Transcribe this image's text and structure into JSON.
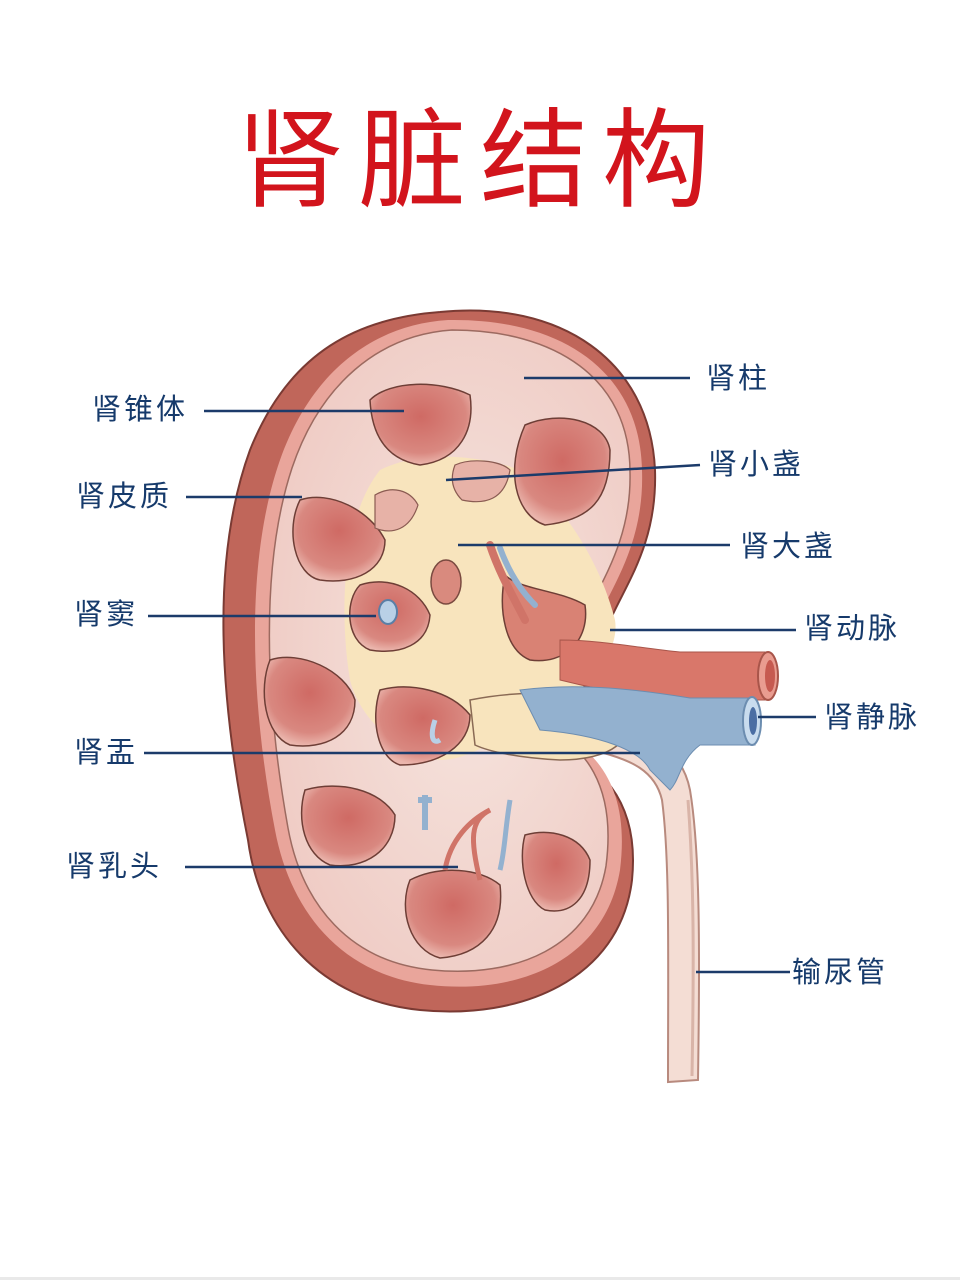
{
  "title": "肾脏结构",
  "colors": {
    "title": "#d2141c",
    "label_text": "#163a6b",
    "leader_line": "#1c3b6a",
    "capsule_outer": "#c0665a",
    "cortex": "#f2d2cc",
    "pyramid": "#d57a72",
    "sinus_fat": "#f8e4bd",
    "artery": "#d9776a",
    "vein": "#93b1cf",
    "ureter": "#f4ddd4"
  },
  "labels": {
    "left": [
      {
        "id": "renal-pyramid",
        "text": "肾锥体"
      },
      {
        "id": "renal-cortex",
        "text": "肾皮质"
      },
      {
        "id": "renal-sinus",
        "text": "肾窦"
      },
      {
        "id": "renal-pelvis",
        "text": "肾盂"
      },
      {
        "id": "renal-papilla",
        "text": "肾乳头"
      }
    ],
    "right": [
      {
        "id": "renal-column",
        "text": "肾柱"
      },
      {
        "id": "minor-calyx",
        "text": "肾小盏"
      },
      {
        "id": "major-calyx",
        "text": "肾大盏"
      },
      {
        "id": "renal-artery",
        "text": "肾动脉"
      },
      {
        "id": "renal-vein",
        "text": "肾静脉"
      },
      {
        "id": "ureter",
        "text": "输尿管"
      }
    ]
  }
}
